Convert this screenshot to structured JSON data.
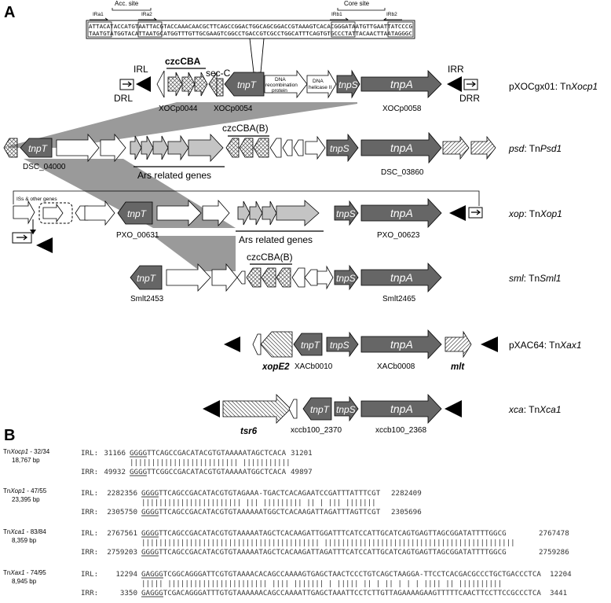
{
  "panels": {
    "a": "A",
    "b": "B"
  },
  "top_box": {
    "acc_site": "Acc. site",
    "core_site": "Core site",
    "ira1": "IRa1",
    "ira2": "IRa2",
    "irb1": "IRb1",
    "irb2": "IRb2",
    "seq1": "ATTACATACCATGTAATTACGTACCAAACAACGCTTCAGCCGGACTGGCAGCGGACCGTAAAGTCACACGGGATAATGTTGAATTATCCCG",
    "seq2": "TAATGTATGGTACATTAATGCATGGTTTGTTGCGAAGTCGGCCTGACCGTCGCCTGGCATTTCAGTGTGCCCTATTACAACTTAATAGGGC"
  },
  "rows": {
    "r1": {
      "irl": "IRL",
      "drl": "DRL",
      "irr": "IRR",
      "drr": "DRR",
      "czccba": "czcCBA",
      "sec_c": "sec-C",
      "tnpt": "tnpT",
      "dna_rec_1": "DNA",
      "dna_rec_2": "recombination",
      "dna_rec_3": "protein",
      "dna_hel_1": "DNA",
      "dna_hel_2": "helicase II",
      "tnps": "tnpS",
      "tnpa": "tnpA",
      "id1": "XOCp0044",
      "id2": "XOCp0054",
      "id3": "XOCp0058",
      "name_prefix": "pXOCgx01: Tn",
      "name_italic": "Xocp1"
    },
    "r2": {
      "tnpt": "tnpT",
      "czccbab": "czcCBA(B)",
      "tnps": "tnpS",
      "tnpa": "tnpA",
      "ars": "Ars related genes",
      "id1": "DSC_04000",
      "id2": "DSC_03860",
      "name_prefix_it": "psd",
      "name_mid": ": Tn",
      "name_italic": "Psd1"
    },
    "r3": {
      "iss": "ISs & other genes",
      "tnpt": "tnpT",
      "tnps": "tnpS",
      "tnpa": "tnpA",
      "ars": "Ars related genes",
      "id1": "PXO_00631",
      "id2": "PXO_00623",
      "name_prefix_it": "xop",
      "name_mid": ": Tn",
      "name_italic": "Xop1"
    },
    "r4": {
      "czccbab": "czcCBA(B)",
      "tnpt": "tnpT",
      "tnps": "tnpS",
      "tnpa": "tnpA",
      "id1": "Smlt2453",
      "id2": "Smlt2465",
      "name_prefix_it": "sml",
      "name_mid": ": Tn",
      "name_italic": "Sml1"
    },
    "r5": {
      "tnpt": "tnpT",
      "tnps": "tnpS",
      "tnpa": "tnpA",
      "xope2": "xopE2",
      "mlt": "mlt",
      "id1": "XACb0010",
      "id2": "XACb0008",
      "name_prefix": "pXAC64: Tn",
      "name_italic": "Xax1"
    },
    "r6": {
      "tsr6": "tsr6",
      "tnpt": "tnpT",
      "tnps": "tnpS",
      "tnpa": "tnpA",
      "id1": "xccb100_2370",
      "id2": "xccb100_2368",
      "name_prefix_it": "xca",
      "name_mid": ": Tn",
      "name_italic": "Xca1"
    }
  },
  "alignments": [
    {
      "name_prefix": "Tn",
      "name_italic": "Xocp1",
      "score": " - 32/34",
      "size": "18,767 bp",
      "irl_label": "IRL:",
      "irl_start": "31166",
      "irl_seq": "GGGGTTCAGCCGACATACGTGTAAAAATAGCTCACA",
      "irl_end": "31201",
      "match": "||||||||||||||||||||||||| |||||||||||",
      "irr_label": "IRR:",
      "irr_start": "49932",
      "irr_seq": "GGGGTTCGGCCGACATACGTGTAAAAATGGCTCACA",
      "irr_end": "49897"
    },
    {
      "name_prefix": "Tn",
      "name_italic": "Xop1",
      "score": " - 47/55",
      "size": "23,395 bp",
      "irl_label": "IRL:",
      "irl_start": "2282356",
      "irl_seq": "GGGGTTCAGCCGACATACGTGTAGAAA-TGACTCACAGAATCCGATTTATTTCGT",
      "irl_end": "2282409",
      "match": "||||||||||||||||||||||| |||  ||||||||| || |  ||| |||||||",
      "irr_label": "IRR:",
      "irr_start": "2305750",
      "irr_seq": "GGGGTTCAGCCGACATACGTGTAAAAAATGGCTCACAAGATTAGATTTAGTTCGT",
      "irr_end": "2305696"
    },
    {
      "name_prefix": "Tn",
      "name_italic": "Xca1",
      "score": " - 83/84",
      "size": "8,359 bp",
      "irl_label": "IRL:",
      "irl_start": "2767561",
      "irl_seq": "GGGGTTCAGCCGACATACGTGTAAAAATAGCTCACAAGATTGGATTTCATCCATTGCATCAGTGAGTTAGCGGATATTTTGGCG",
      "irl_end": "2767478",
      "match": "||||||||||||||||||||||||||||||||||||||||| ||||||||||||||||||||||||||||||||||||||||||||",
      "irr_label": "IRR:",
      "irr_start": "2759203",
      "irr_seq": "GGGGTTCAGCCGACATACGTGTAAAAATAGCTCACAAGATTAGATTTCATCCATTGCATCAGTGAGTTAGCGGATATTTTGGCG",
      "irr_end": "2759286"
    },
    {
      "name_prefix": "Tn",
      "name_italic": "Xax1",
      "score": " - 74/95",
      "size": "8,945 bp",
      "irl_label": "IRL:",
      "irl_start": "12294",
      "irl_seq": "GAGGGTCGGCAGGGATTCGTGTAAAACACAGCCAAAAGTGAGCTAACTCCCTGTCAGCTAAGGA-TTCCTCACGACGCCCTGCTGACCCTCA",
      "irl_end": "12204",
      "match": "||||| |||||||||||||||||||||||  ||||  ||||||| |  ||||| ||  |  || | |  | |||| || ||||||||||",
      "irr_label": "IRR:",
      "irr_start": "3350",
      "irr_seq": "GAGGGTCGACAGGGATTTGTGTAAAAAACAGCCAAAATTGAGCTAAATTCCTCTTGTTAGAAAAGAAGTTTTTCAACTTCCTTCCGCCCTCA",
      "irr_end": "3441"
    }
  ],
  "colors": {
    "dark_gene": "#666666",
    "light_gene": "#c4c4c4",
    "band": "#9a9a9a"
  }
}
